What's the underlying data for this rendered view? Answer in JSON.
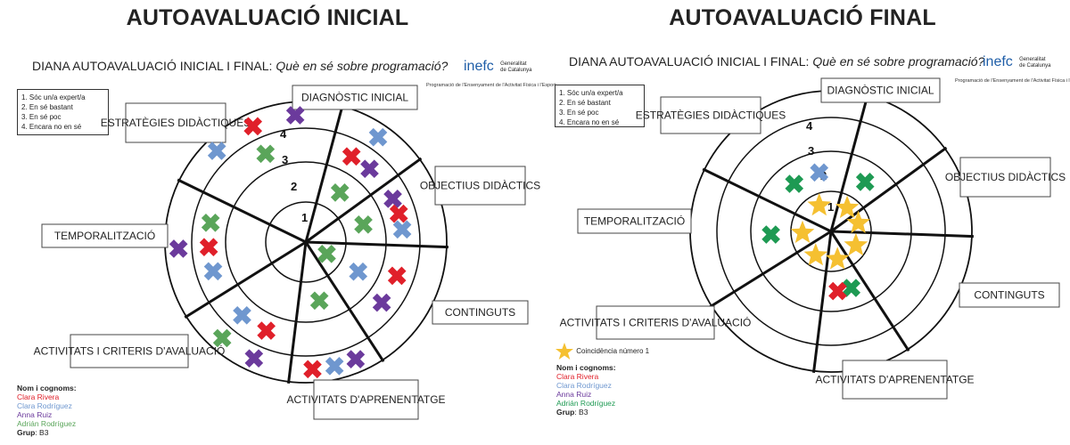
{
  "colors": {
    "clara_rivera": "#e0202a",
    "clara_rodriguez": "#6f97cf",
    "anna_ruiz": "#6b3a9c",
    "adrian_rodriguez": "#5aa55a",
    "adrian_final": "#1e9a53",
    "star": "#f5c031"
  },
  "ring_numbers": [
    "1",
    "2",
    "3",
    "4"
  ],
  "key_items": [
    "1. Sóc un/a expert/a",
    "2. En sé bastant",
    "3. En sé poc",
    "4. Encara no en sé"
  ],
  "subtitle_main": "DIANA AUTOAVALUACIÓ INICIAL I FINAL:",
  "subtitle_question": "Què en sé sobre programació?",
  "logo_text": "inefc",
  "logo_gen": [
    "Generalitat",
    "de Catalunya"
  ],
  "program_text": "Programació de l'Ensenyament de l'Activitat Física i l'Esport",
  "names_header": "Nom i cognoms:",
  "group_label": "Grup",
  "group_value": "B3",
  "initial": {
    "title": "AUTOAVALUACIÓ INICIAL",
    "categories": [
      "DIAGNÒSTIC INICIAL",
      "OBJECTIUS DIDÀCTICS",
      "CONTINGUTS",
      "ACTIVITATS D'APRENENTATGE",
      "ACTIVITATS I CRITERIS D'AVALUACIÓ",
      "TEMPORALITZACIÓ",
      "ESTRATÈGIES DIDÀCTIQUES"
    ],
    "names": [
      "Clara Rivera",
      "Clara Rodríguez",
      "Anna Ruiz",
      "Adrián Rodríguez"
    ],
    "marks": [
      {
        "category": "DIAGNÒSTIC INICIAL",
        "person": "Clara Rodríguez",
        "level": 4
      },
      {
        "category": "DIAGNÒSTIC INICIAL",
        "person": "Clara Rivera",
        "level": 3
      },
      {
        "category": "DIAGNÒSTIC INICIAL",
        "person": "Anna Ruiz",
        "level": 3
      },
      {
        "category": "DIAGNÒSTIC INICIAL",
        "person": "Adrián Rodríguez",
        "level": 2
      },
      {
        "category": "OBJECTIUS DIDÀCTICS",
        "person": "Anna Ruiz",
        "level": 3
      },
      {
        "category": "OBJECTIUS DIDÀCTICS",
        "person": "Clara Rivera",
        "level": 3
      },
      {
        "category": "OBJECTIUS DIDÀCTICS",
        "person": "Clara Rodríguez",
        "level": 3
      },
      {
        "category": "OBJECTIUS DIDÀCTICS",
        "person": "Adrián Rodríguez",
        "level": 2
      },
      {
        "category": "CONTINGUTS",
        "person": "Clara Rivera",
        "level": 3
      },
      {
        "category": "CONTINGUTS",
        "person": "Anna Ruiz",
        "level": 3
      },
      {
        "category": "CONTINGUTS",
        "person": "Clara Rodríguez",
        "level": 2
      },
      {
        "category": "CONTINGUTS",
        "person": "Adrián Rodríguez",
        "level": 1
      },
      {
        "category": "ACTIVITATS D'APRENENTATGE",
        "person": "Adrián Rodríguez",
        "level": 2
      },
      {
        "category": "ACTIVITATS D'APRENENTATGE",
        "person": "Anna Ruiz",
        "level": 4
      },
      {
        "category": "ACTIVITATS D'APRENENTATGE",
        "person": "Clara Rodríguez",
        "level": 4
      },
      {
        "category": "ACTIVITATS D'APRENENTATGE",
        "person": "Clara Rivera",
        "level": 4
      },
      {
        "category": "ACTIVITATS I CRITERIS D'AVALUACIÓ",
        "person": "Clara Rivera",
        "level": 3
      },
      {
        "category": "ACTIVITATS I CRITERIS D'AVALUACIÓ",
        "person": "Clara Rodríguez",
        "level": 3
      },
      {
        "category": "ACTIVITATS I CRITERIS D'AVALUACIÓ",
        "person": "Anna Ruiz",
        "level": 4
      },
      {
        "category": "ACTIVITATS I CRITERIS D'AVALUACIÓ",
        "person": "Adrián Rodríguez",
        "level": 4
      },
      {
        "category": "TEMPORALITZACIÓ",
        "person": "Anna Ruiz",
        "level": 4
      },
      {
        "category": "TEMPORALITZACIÓ",
        "person": "Clara Rodríguez",
        "level": 3
      },
      {
        "category": "TEMPORALITZACIÓ",
        "person": "Clara Rivera",
        "level": 3
      },
      {
        "category": "TEMPORALITZACIÓ",
        "person": "Adrián Rodríguez",
        "level": 3
      },
      {
        "category": "ESTRATÈGIES DIDÀCTIQUES",
        "person": "Clara Rodríguez",
        "level": 4
      },
      {
        "category": "ESTRATÈGIES DIDÀCTIQUES",
        "person": "Clara Rivera",
        "level": 4
      },
      {
        "category": "ESTRATÈGIES DIDÀCTIQUES",
        "person": "Anna Ruiz",
        "level": 4
      },
      {
        "category": "ESTRATÈGIES DIDÀCTIQUES",
        "person": "Adrián Rodríguez",
        "level": 3
      }
    ]
  },
  "final": {
    "title": "AUTOAVALUACIÓ FINAL",
    "categories": [
      "DIAGNÒSTIC INICIAL",
      "OBJECTIUS DIDÀCTICS",
      "CONTINGUTS",
      "ACTIVITATS D'APRENENTATGE",
      "ACTIVITATS I CRITERIS D'AVALUACIÓ",
      "TEMPORALITZACIÓ",
      "ESTRATÈGIES DIDÀCTIQUES"
    ],
    "star_legend": "Coincidència número 1",
    "names": [
      "Clara Rivera",
      "Clara Rodríguez",
      "Anna Ruiz",
      "Adrián Rodríguez"
    ],
    "stars": [
      "DIAGNÒSTIC INICIAL",
      "OBJECTIUS DIDÀCTICS",
      "CONTINGUTS",
      "ACTIVITATS D'APRENENTATGE",
      "ACTIVITATS I CRITERIS D'AVALUACIÓ",
      "TEMPORALITZACIÓ",
      "ESTRATÈGIES DIDÀCTIQUES"
    ],
    "marks": [
      {
        "category": "DIAGNÒSTIC INICIAL",
        "person": "Adrián Rodríguez",
        "level": 2
      },
      {
        "category": "ACTIVITATS D'APRENENTATGE",
        "person": "Adrián Rodríguez",
        "level": 2
      },
      {
        "category": "ACTIVITATS D'APRENENTATGE",
        "person": "Clara Rivera",
        "level": 2
      },
      {
        "category": "TEMPORALITZACIÓ",
        "person": "Adrián Rodríguez",
        "level": 2
      },
      {
        "category": "ESTRATÈGIES DIDÀCTIQUES",
        "person": "Adrián Rodríguez",
        "level": 2
      },
      {
        "category": "ESTRATÈGIES DIDÀCTIQUES",
        "person": "Clara Rodríguez",
        "level": 2
      }
    ]
  }
}
